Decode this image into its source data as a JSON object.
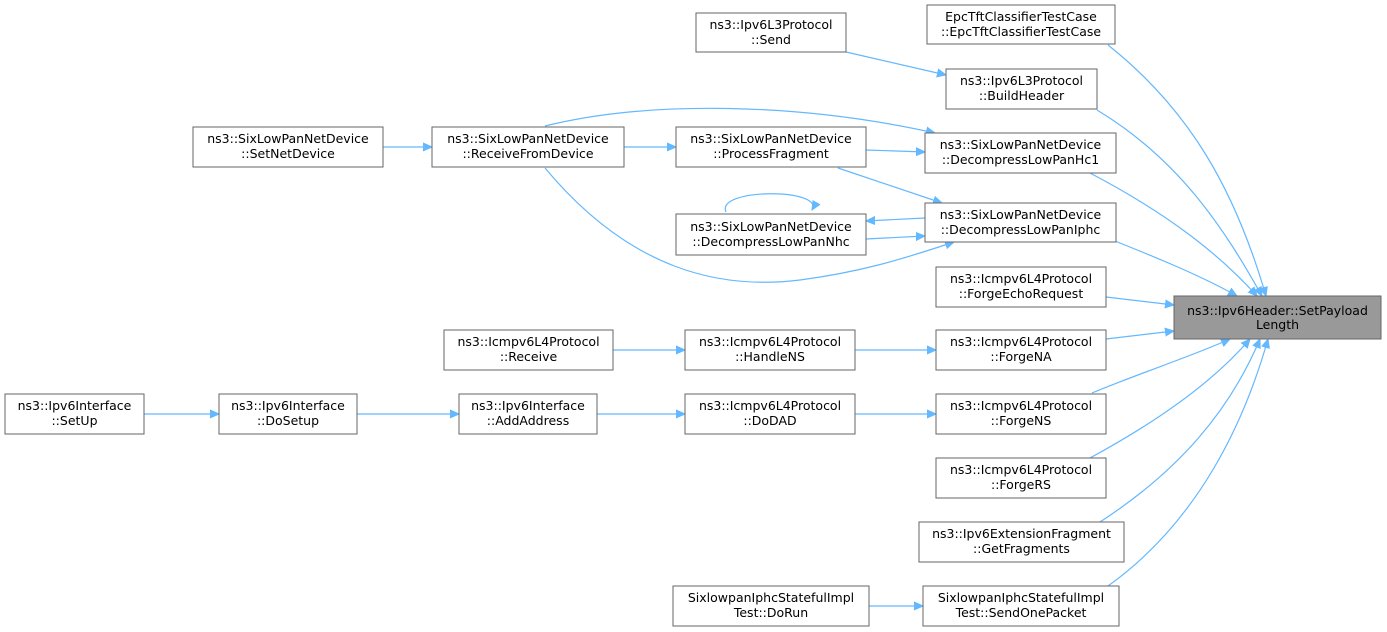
{
  "colors": {
    "edge": "#63b8ff",
    "node_border": "#666666",
    "root_fill": "#999999",
    "node_fill": "#ffffff"
  },
  "nodes": {
    "root": {
      "line1": "ns3::Ipv6Header::SetPayload",
      "line2": "Length"
    },
    "epc_tc": {
      "line1": "EpcTftClassifierTestCase",
      "line2": "::EpcTftClassifierTestCase"
    },
    "l3_send": {
      "line1": "ns3::Ipv6L3Protocol",
      "line2": "::Send"
    },
    "l3_build": {
      "line1": "ns3::Ipv6L3Protocol",
      "line2": "::BuildHeader"
    },
    "slp_setnet": {
      "line1": "ns3::SixLowPanNetDevice",
      "line2": "::SetNetDevice"
    },
    "slp_recv": {
      "line1": "ns3::SixLowPanNetDevice",
      "line2": "::ReceiveFromDevice"
    },
    "slp_procfrag": {
      "line1": "ns3::SixLowPanNetDevice",
      "line2": "::ProcessFragment"
    },
    "slp_hc1": {
      "line1": "ns3::SixLowPanNetDevice",
      "line2": "::DecompressLowPanHc1"
    },
    "slp_nhc": {
      "line1": "ns3::SixLowPanNetDevice",
      "line2": "::DecompressLowPanNhc"
    },
    "slp_iphc": {
      "line1": "ns3::SixLowPanNetDevice",
      "line2": "::DecompressLowPanIphc"
    },
    "icmp_echo": {
      "line1": "ns3::Icmpv6L4Protocol",
      "line2": "::ForgeEchoRequest"
    },
    "icmp_recv": {
      "line1": "ns3::Icmpv6L4Protocol",
      "line2": "::Receive"
    },
    "icmp_handlens": {
      "line1": "ns3::Icmpv6L4Protocol",
      "line2": "::HandleNS"
    },
    "icmp_forgena": {
      "line1": "ns3::Icmpv6L4Protocol",
      "line2": "::ForgeNA"
    },
    "if_setup": {
      "line1": "ns3::Ipv6Interface",
      "line2": "::SetUp"
    },
    "if_dosetup": {
      "line1": "ns3::Ipv6Interface",
      "line2": "::DoSetup"
    },
    "if_addaddr": {
      "line1": "ns3::Ipv6Interface",
      "line2": "::AddAddress"
    },
    "icmp_dodad": {
      "line1": "ns3::Icmpv6L4Protocol",
      "line2": "::DoDAD"
    },
    "icmp_forgens": {
      "line1": "ns3::Icmpv6L4Protocol",
      "line2": "::ForgeNS"
    },
    "icmp_forgers": {
      "line1": "ns3::Icmpv6L4Protocol",
      "line2": "::ForgeRS"
    },
    "ext_frag": {
      "line1": "ns3::Ipv6ExtensionFragment",
      "line2": "::GetFragments"
    },
    "sixlo_dorun": {
      "line1": "SixlowpanIphcStatefulImpl",
      "line2": "Test::DoRun"
    },
    "sixlo_sendone": {
      "line1": "SixlowpanIphcStatefulImpl",
      "line2": "Test::SendOnePacket"
    }
  }
}
